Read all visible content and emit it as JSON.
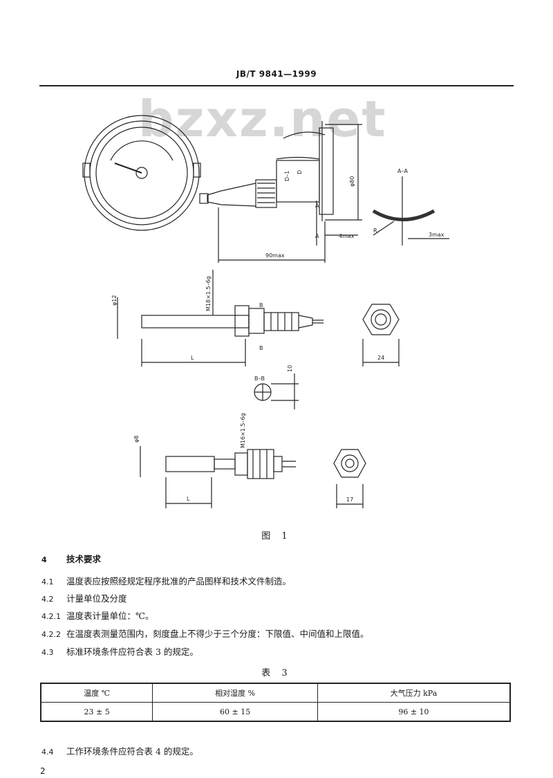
{
  "header": {
    "title": "JB/T 9841—1999"
  },
  "watermark": "bzxz.net",
  "figure": {
    "caption": "图 1",
    "labels": {
      "a_dash_a": "A–A",
      "phi80": "φ80",
      "d_minus_1": "D–1",
      "d": "D",
      "a_top": "A",
      "a_bottom": "A",
      "four_max": "4max",
      "r": "R",
      "three_max": "3max",
      "ninety_max": "90max",
      "phi12": "φ12",
      "thread1": "M18×1.5–6g",
      "b_top": "B",
      "b_bottom": "B",
      "l1": "L",
      "twenty_four": "24",
      "b_dash_b": "B–B",
      "ten": "10",
      "phi8": "φ8",
      "thread2": "M16×1.5–6g",
      "l2": "L",
      "seventeen": "17"
    }
  },
  "sections": [
    {
      "num": "4",
      "text": "技术要求"
    },
    {
      "num": "4.1",
      "text": "温度表应按照经规定程序批准的产品图样和技术文件制造。"
    },
    {
      "num": "4.2",
      "text": "计量单位及分度"
    },
    {
      "num": "4.2.1",
      "text": "温度表计量单位：℃。"
    },
    {
      "num": "4.2.2",
      "text": "在温度表测量范围内，刻度盘上不得少于三个分度：下限值、中间值和上限值。"
    },
    {
      "num": "4.3",
      "text": "标准环境条件应符合表 3 的规定。"
    },
    {
      "num": "4.4",
      "text": "工作环境条件应符合表 4 的规定。"
    }
  ],
  "table3": {
    "title": "表 3",
    "headers": [
      "温度  ℃",
      "相对湿度  %",
      "大气压力  kPa"
    ],
    "row": [
      "23 ± 5",
      "60 ± 15",
      "96 ± 10"
    ]
  },
  "page_number": "2"
}
